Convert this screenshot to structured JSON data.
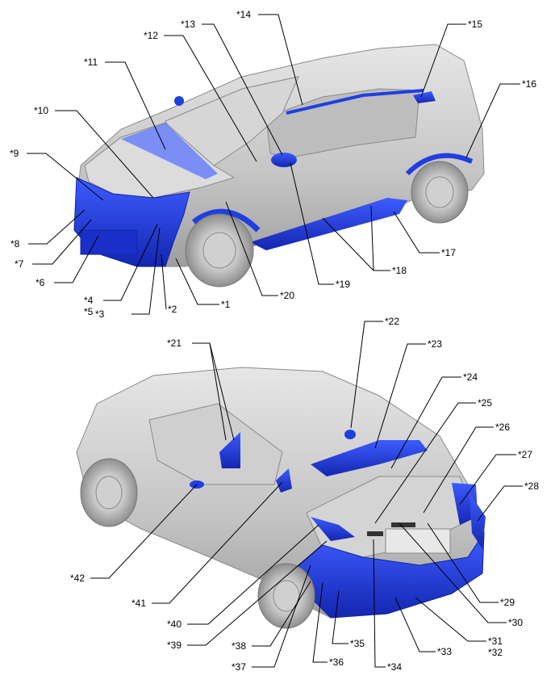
{
  "labels": [
    {
      "id": "1",
      "text": "*1"
    },
    {
      "id": "2",
      "text": "*2"
    },
    {
      "id": "3",
      "text": "*3"
    },
    {
      "id": "4",
      "text": "*4"
    },
    {
      "id": "5",
      "text": "*5"
    },
    {
      "id": "6",
      "text": "*6"
    },
    {
      "id": "7",
      "text": "*7"
    },
    {
      "id": "8",
      "text": "*8"
    },
    {
      "id": "9",
      "text": "*9"
    },
    {
      "id": "10",
      "text": "*10"
    },
    {
      "id": "11",
      "text": "*11"
    },
    {
      "id": "12",
      "text": "*12"
    },
    {
      "id": "13",
      "text": "*13"
    },
    {
      "id": "14",
      "text": "*14"
    },
    {
      "id": "15",
      "text": "*15"
    },
    {
      "id": "16",
      "text": "*16"
    },
    {
      "id": "17",
      "text": "*17"
    },
    {
      "id": "18",
      "text": "*18"
    },
    {
      "id": "19",
      "text": "*19"
    },
    {
      "id": "20",
      "text": "*20"
    },
    {
      "id": "21",
      "text": "*21"
    },
    {
      "id": "22",
      "text": "*22"
    },
    {
      "id": "23",
      "text": "*23"
    },
    {
      "id": "24",
      "text": "*24"
    },
    {
      "id": "25",
      "text": "*25"
    },
    {
      "id": "26",
      "text": "*26"
    },
    {
      "id": "27",
      "text": "*27"
    },
    {
      "id": "28",
      "text": "*28"
    },
    {
      "id": "29",
      "text": "*29"
    },
    {
      "id": "30",
      "text": "*30"
    },
    {
      "id": "31",
      "text": "*31"
    },
    {
      "id": "32",
      "text": "*32"
    },
    {
      "id": "33",
      "text": "*33"
    },
    {
      "id": "34",
      "text": "*34"
    },
    {
      "id": "35",
      "text": "*35"
    },
    {
      "id": "36",
      "text": "*36"
    },
    {
      "id": "37",
      "text": "*37"
    },
    {
      "id": "38",
      "text": "*38"
    },
    {
      "id": "39",
      "text": "*39"
    },
    {
      "id": "40",
      "text": "*40"
    },
    {
      "id": "41",
      "text": "*41"
    },
    {
      "id": "42",
      "text": "*42"
    }
  ],
  "colors": {
    "body": "#c9c9c9",
    "body_shade": "#a9a9a9",
    "body_light": "#e2e2e2",
    "highlight": "#1f3fe0",
    "highlight_dark": "#0f24a8",
    "tire": "#b5b5b5",
    "glass": "#d8d8d8"
  }
}
